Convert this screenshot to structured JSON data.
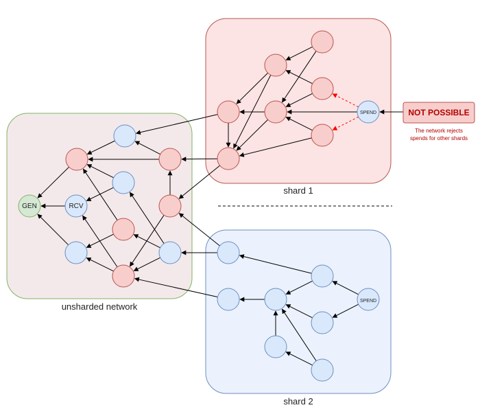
{
  "regions": {
    "unsharded": {
      "label": "unsharded network",
      "fill": "#f3e9ea",
      "stroke": "#82b366"
    },
    "shard1": {
      "label": "shard 1",
      "fill": "#f8cecc",
      "stroke": "#b85450"
    },
    "shard2": {
      "label": "shard 2",
      "fill": "#dae8fc",
      "stroke": "#6c8ebf"
    }
  },
  "nodes": {
    "gen": "GEN",
    "rcv": "RCV",
    "spend1": "SPEND",
    "spend2": "SPEND"
  },
  "callout": {
    "title": "NOT POSSIBLE",
    "note_line1": "The network rejects",
    "note_line2": "spends for other shards"
  },
  "colors": {
    "red_node": "#f8cecc",
    "red_node_stroke": "#b85450",
    "blue_node": "#dae8fc",
    "blue_node_stroke": "#6c8ebf",
    "green_node": "#d5e8d4",
    "green_node_stroke": "#82b366",
    "edge": "#000000",
    "rejected_edge": "#ff0000"
  }
}
